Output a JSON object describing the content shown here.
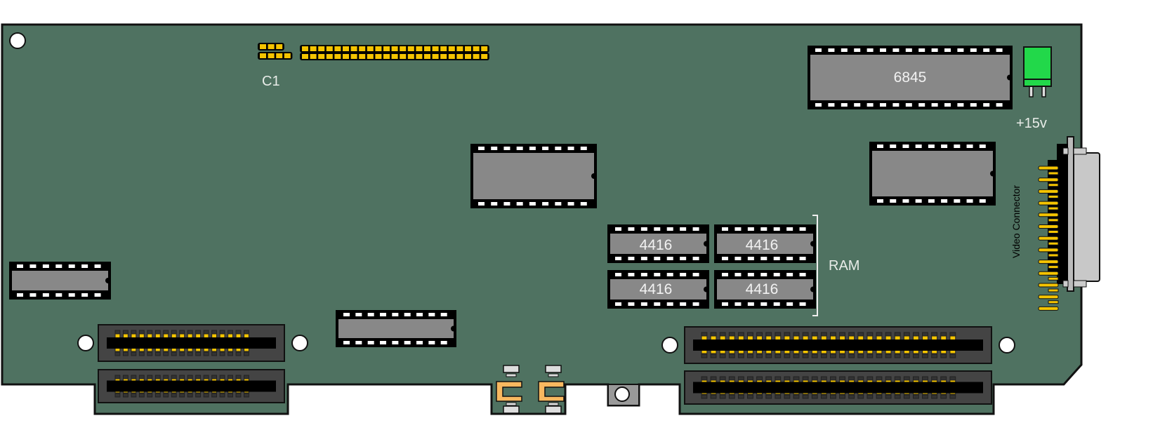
{
  "board": {
    "colors": {
      "pcb": "#4f7261",
      "chip": "#888888",
      "pin": "#f5c400",
      "cap": "#22d84a",
      "bracket": "#f8b860"
    },
    "header_label": "C1",
    "crtc_label": "6845",
    "cap_label": "+15v",
    "ram_chips": [
      "4416",
      "4416",
      "4416",
      "4416"
    ],
    "ram_label": "RAM",
    "video_label": "Video Connector"
  }
}
